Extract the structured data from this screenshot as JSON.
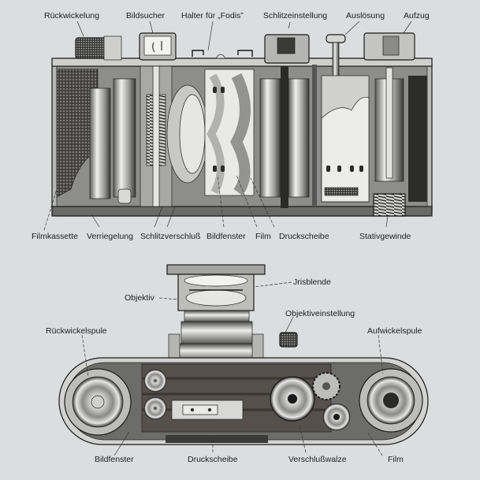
{
  "figure": {
    "title": "Camera cutaway diagram",
    "views": {
      "front_section": {
        "labels_top": [
          "Rückwickelung",
          "Bildsucher",
          "Halter für „Fodis”",
          "Schlitzeinstellung",
          "Auslösung",
          "Aufzug"
        ],
        "labels_bottom": [
          "Filmkassette",
          "Verriegelung",
          "Schlitzverschluß",
          "Bildfenster",
          "Film",
          "Druckscheibe",
          "Stativgewinde"
        ]
      },
      "top_section": {
        "labels": [
          "Objektiv",
          "Jrisblende",
          "Objektiveinstellung",
          "Rückwickelspule",
          "Aufwickelspule"
        ],
        "labels_bottom": [
          "Bildfenster",
          "Druckscheibe",
          "Verschlußwalze",
          "Film"
        ]
      }
    },
    "colors": {
      "background": "#dcdddf",
      "ink": "#1a1a1a",
      "metal_light": "#e8e8e6",
      "metal_mid": "#9a9a98",
      "metal_dark": "#4a4a48",
      "leather": "#3e3d3b"
    }
  }
}
